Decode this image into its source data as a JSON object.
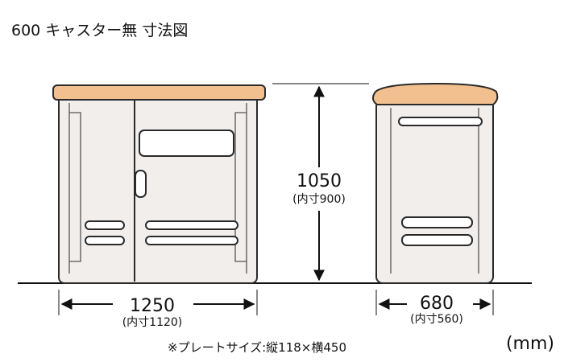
{
  "title": "600 キャスター無  寸法図",
  "dimensions": {
    "height": {
      "value": "1050",
      "inner": "(内寸900)"
    },
    "width": {
      "value": "1250",
      "inner": "(内寸1120)"
    },
    "depth": {
      "value": "680",
      "inner": "(内寸560)"
    }
  },
  "note": "※プレートサイズ:縦118×横450",
  "unit": "(mm)",
  "colors": {
    "lid": "#f2c08e",
    "body": "#f1eeec",
    "outline": "#2a2a2a"
  }
}
